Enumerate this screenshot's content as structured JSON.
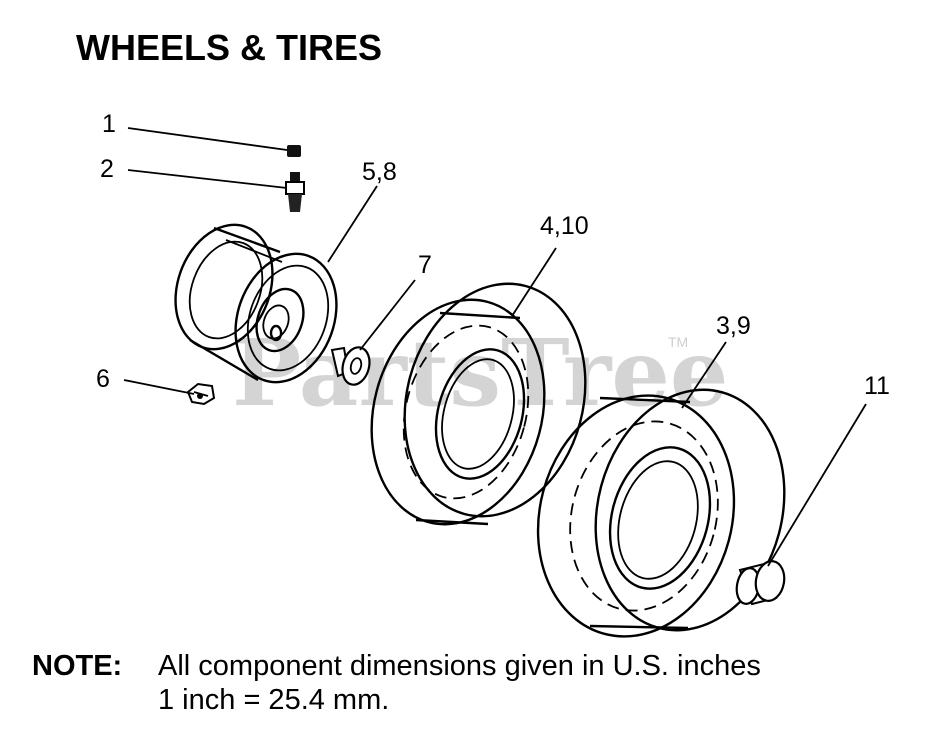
{
  "title": "WHEELS & TIRES",
  "callouts": {
    "c1": "1",
    "c2": "2",
    "c58": "5,8",
    "c7": "7",
    "c410": "4,10",
    "c39": "3,9",
    "c6": "6",
    "c11": "11"
  },
  "watermark": {
    "text": "PartsTree",
    "tm": "TM"
  },
  "note": {
    "label": "NOTE:",
    "line1": "All component dimensions given in U.S. inches",
    "line2": "1 inch = 25.4 mm."
  }
}
